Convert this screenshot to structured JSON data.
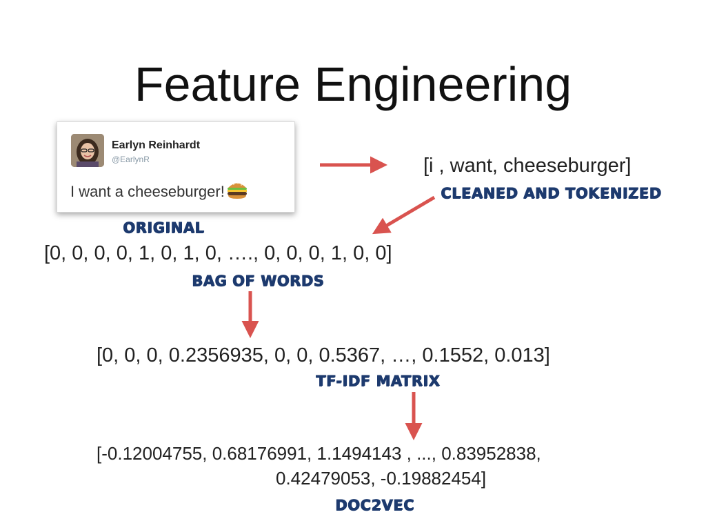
{
  "slide": {
    "title": "Feature Engineering"
  },
  "tweet": {
    "name": "Earlyn Reinhardt",
    "handle": "@EarlynR",
    "text": "I want a cheeseburger!"
  },
  "steps": {
    "original_label": "Original",
    "tokens": "[i , want, cheeseburger]",
    "tokens_label": "Cleaned and Tokenized",
    "bag_vector": "[0, 0, 0, 0, 1, 0, 1, 0, …., 0, 0, 0, 1, 0, 0]",
    "bag_label": "Bag of Words",
    "tfidf_vector": "[0, 0, 0, 0.2356935, 0, 0, 0.5367, …, 0.1552, 0.013]",
    "tfidf_label": "TF-IDF Matrix",
    "doc2vec_line1": "[-0.12004755,  0.68176991,  1.1494143 , ...,  0.83952838,",
    "doc2vec_line2": "0.42479053, -0.19882454]",
    "doc2vec_label": "Doc2Vec"
  },
  "colors": {
    "arrow": "#d9534f",
    "label": "#1d3a6e"
  },
  "icons": [
    "profile-avatar",
    "cheeseburger-emoji"
  ]
}
